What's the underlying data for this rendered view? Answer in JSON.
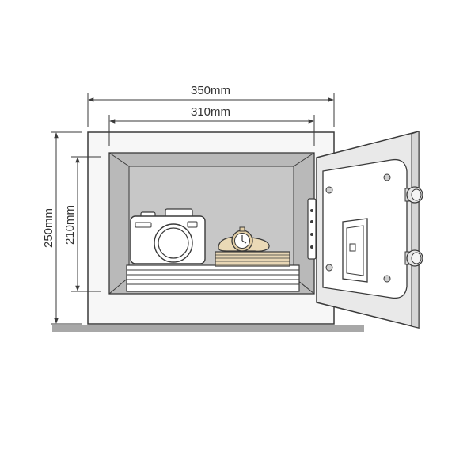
{
  "dimensions": {
    "outer_width": "350mm",
    "inner_width": "310mm",
    "outer_height": "250mm",
    "inner_height": "210mm"
  },
  "colors": {
    "line": "#3a3a3a",
    "floor": "#a8a8a8",
    "body_fill": "#f7f7f7",
    "interior_fill": "#b9b9b9",
    "interior_back": "#c7c7c7",
    "door_fill": "#e9e9e9",
    "plate_fill": "#ffffff",
    "book_fill": "#e8d6b4"
  },
  "icons": [
    "camera-icon",
    "wristwatch-icon",
    "keypad-icon",
    "door-knob-icon"
  ]
}
